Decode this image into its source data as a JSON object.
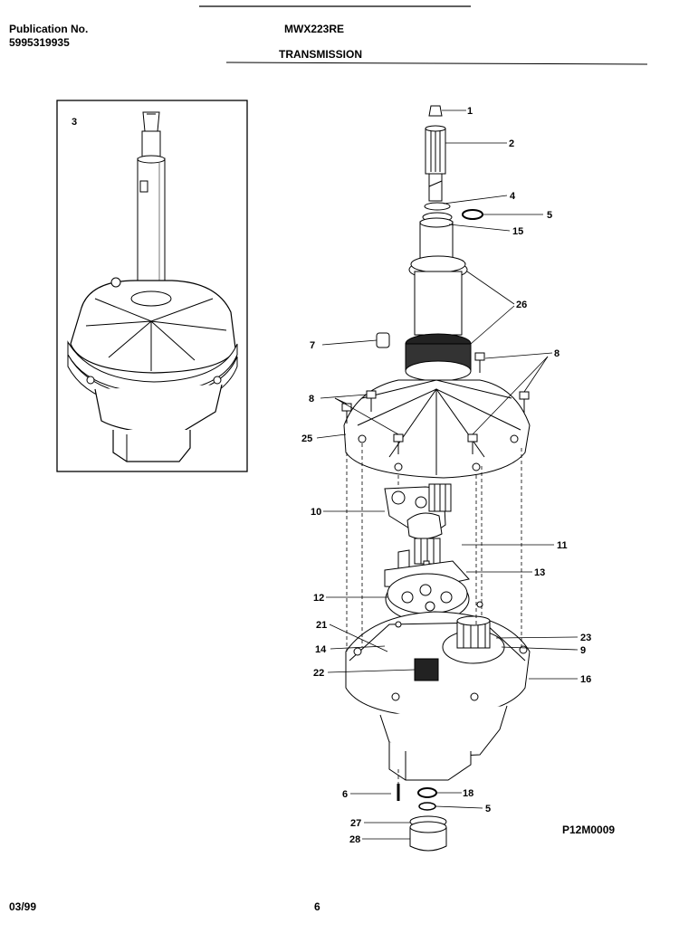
{
  "header": {
    "publication_label": "Publication No.",
    "publication_number": "5995319935",
    "model": "MWX223RE",
    "section": "TRANSMISSION"
  },
  "inset": {
    "label": "3"
  },
  "callouts": [
    "1",
    "2",
    "4",
    "5",
    "15",
    "26",
    "7",
    "8",
    "8",
    "25",
    "10",
    "11",
    "13",
    "12",
    "21",
    "14",
    "22",
    "23",
    "9",
    "16",
    "6",
    "18",
    "5",
    "27",
    "28"
  ],
  "diagram_code": "P12M0009",
  "footer": {
    "date": "03/99",
    "page": "6"
  }
}
